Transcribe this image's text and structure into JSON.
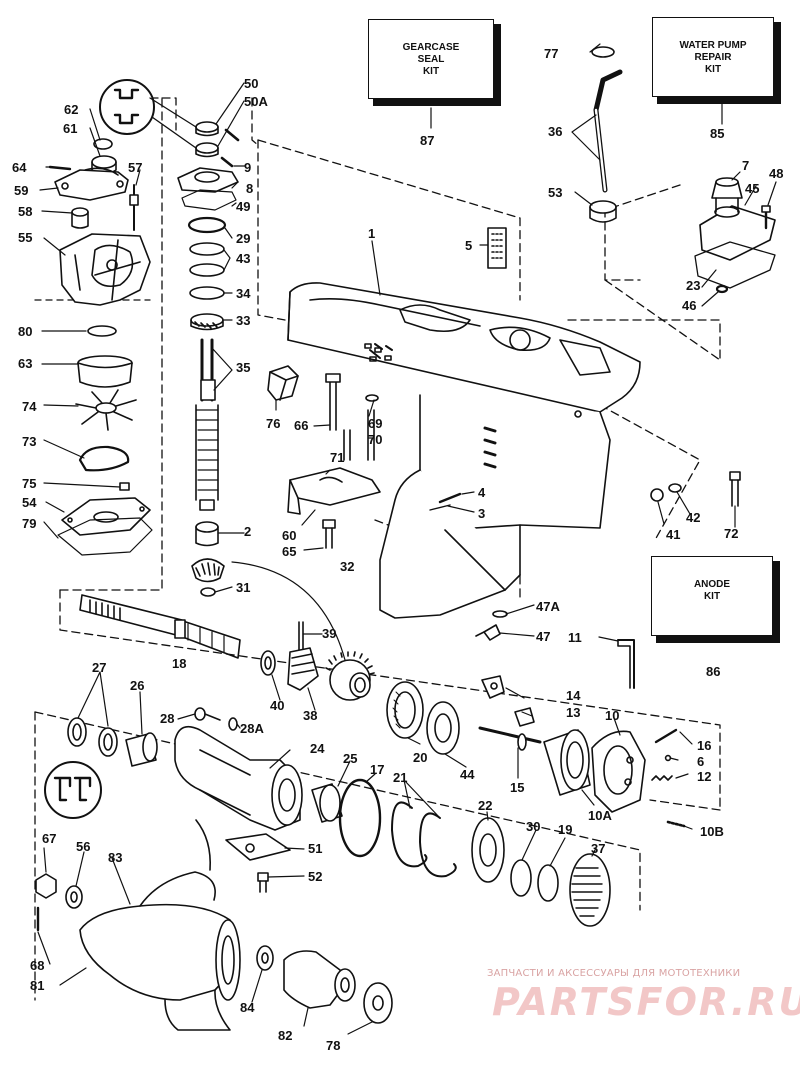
{
  "kits": {
    "gearcase_seal": [
      "GEARCASE",
      "SEAL",
      "KIT"
    ],
    "water_pump": [
      "WATER PUMP",
      "REPAIR",
      "KIT"
    ],
    "anode": [
      "ANODE",
      "KIT"
    ]
  },
  "callouts": [
    "1",
    "2",
    "3",
    "4",
    "5",
    "6",
    "7",
    "8",
    "9",
    "10",
    "10A",
    "10B",
    "11",
    "12",
    "13",
    "14",
    "15",
    "16",
    "17",
    "18",
    "19",
    "20",
    "21",
    "22",
    "23",
    "24",
    "25",
    "26",
    "27",
    "28",
    "28A",
    "29",
    "30",
    "31",
    "32",
    "33",
    "34",
    "35",
    "36",
    "37",
    "38",
    "39",
    "40",
    "41",
    "42",
    "43",
    "44",
    "45",
    "46",
    "47",
    "47A",
    "48",
    "49",
    "50",
    "50A",
    "51",
    "52",
    "53",
    "54",
    "55",
    "56",
    "57",
    "58",
    "59",
    "60",
    "61",
    "62",
    "63",
    "64",
    "65",
    "66",
    "67",
    "68",
    "69",
    "70",
    "71",
    "72",
    "73",
    "74",
    "75",
    "76",
    "77",
    "78",
    "79",
    "80",
    "81",
    "82",
    "83",
    "84",
    "85",
    "86",
    "87"
  ],
  "watermark": {
    "small": "ЗАПЧАСТИ И АКСЕССУАРЫ ДЛЯ МОТОТЕХНИКИ",
    "big": "PARTSFOR.RU"
  },
  "colors": {
    "ink": "#111111",
    "watermark": "#e8a9a9"
  }
}
